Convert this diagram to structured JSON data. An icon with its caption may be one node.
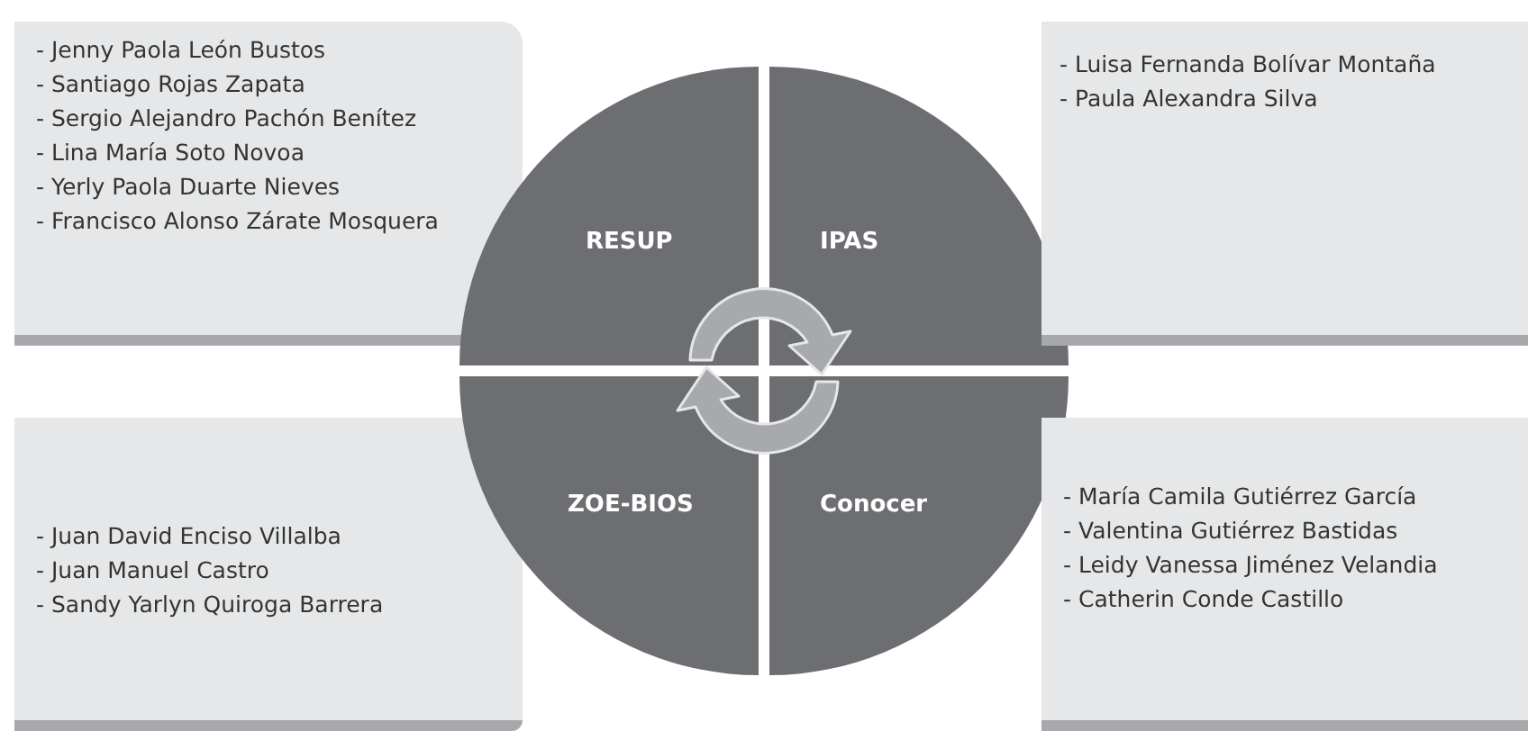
{
  "diagram": {
    "nodes": [
      {
        "text": [
          "- Jenny Paola León Bustos",
          "- Santiago Rojas Zapata",
          "- Sergio Alejandro Pachón Benítez",
          "- Lina María Soto Novoa",
          "- Yerly Paola Duarte Nieves",
          "- Francisco Alonso Zárate Mosquera"
        ]
      },
      {
        "text": [
          "RESUP"
        ]
      },
      {
        "text": [
          "IPAS"
        ]
      },
      {
        "text": [
          "- Luisa Fernanda Bolívar Montaña",
          "- Paula Alexandra Silva"
        ]
      },
      {
        "text": [
          "- Juan David Enciso Villalba",
          "- Juan Manuel Castro",
          "- Sandy Yarlyn Quiroga Barrera"
        ]
      },
      {
        "text": [
          "ZOE-BIOS"
        ]
      },
      {
        "text": [
          "Conocer"
        ]
      },
      {
        "text": [
          "- María Camila Gutiérrez García",
          "- Valentina Gutiérrez Bastidas",
          "- Leidy Vanessa Jiménez Velandia",
          "- Catherin Conde Castillo"
        ]
      }
    ],
    "edges": []
  }
}
